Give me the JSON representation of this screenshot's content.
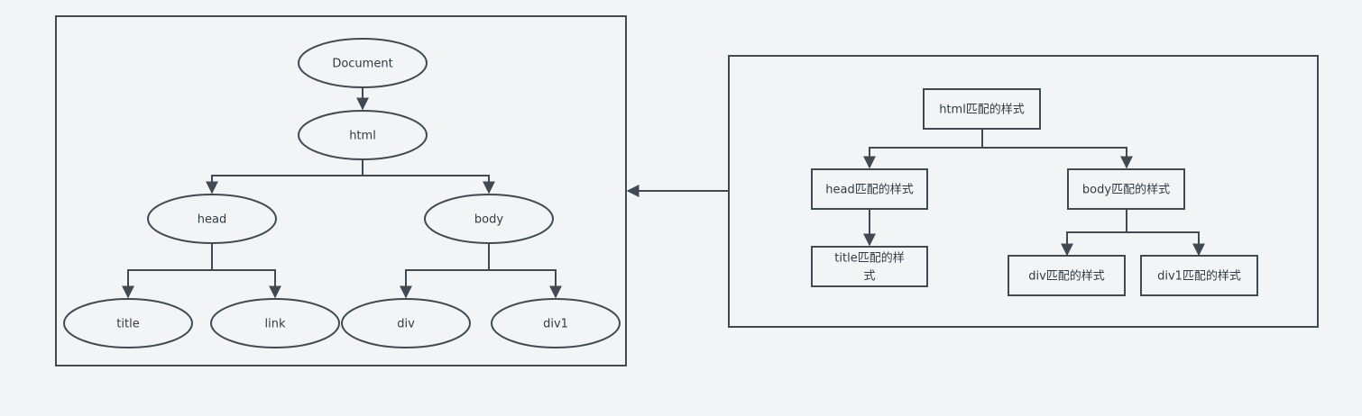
{
  "dom_tree": {
    "document": "Document",
    "html": "html",
    "head": "head",
    "body": "body",
    "title": "title",
    "link": "link",
    "div": "div",
    "div1": "div1"
  },
  "style_tree": {
    "html": "html匹配的样式",
    "head": "head匹配的样式",
    "body": "body匹配的样式",
    "title_line1": "title匹配的样",
    "title_line2": "式",
    "div": "div匹配的样式",
    "div1": "div1匹配的样式"
  },
  "colors": {
    "background": "#f2f4f6",
    "stroke": "#414a52",
    "text": "#333a40"
  }
}
